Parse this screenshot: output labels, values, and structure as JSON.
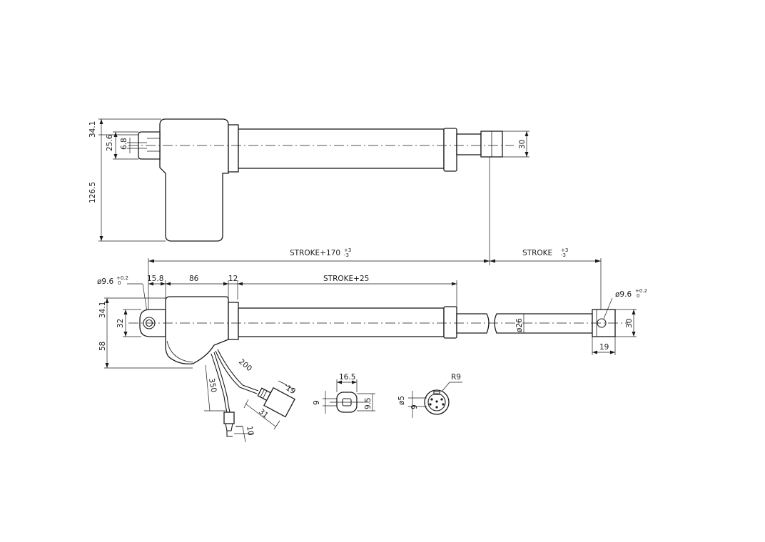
{
  "top_view": {
    "dims": {
      "height_total": "126.5",
      "height_upper": "34.1",
      "shaft_dia": "25.6",
      "pin_hole": "6.8",
      "rod_end": "30"
    }
  },
  "side_view": {
    "stroke_total": {
      "text": "STROKE+170",
      "tol_upper": "+3",
      "tol_lower": "-3"
    },
    "stroke": {
      "text": "STROKE",
      "tol_upper": "+3",
      "tol_lower": "-3"
    },
    "stroke_plus": "STROKE+25",
    "hole_left": {
      "text": "ø9.6",
      "tol_upper": "+0.2",
      "tol_lower": "0"
    },
    "hole_right": {
      "text": "ø9.6",
      "tol_upper": "+0.2",
      "tol_lower": "0"
    },
    "dims": {
      "d15_8": "15.8",
      "d86": "86",
      "d12": "12",
      "d34_1": "34.1",
      "d32": "32",
      "d58": "58",
      "rod_dia": "ø26",
      "end_30": "30",
      "end_19": "19",
      "cable_200": "200",
      "cable_350": "350",
      "plug_19": "19",
      "plug_31": "31",
      "jack_10": "10"
    }
  },
  "connector_view": {
    "width": "16.5",
    "left": "9",
    "right": "9.5"
  },
  "din_view": {
    "radius": "R9",
    "pin": "ø5",
    "height": "9"
  }
}
